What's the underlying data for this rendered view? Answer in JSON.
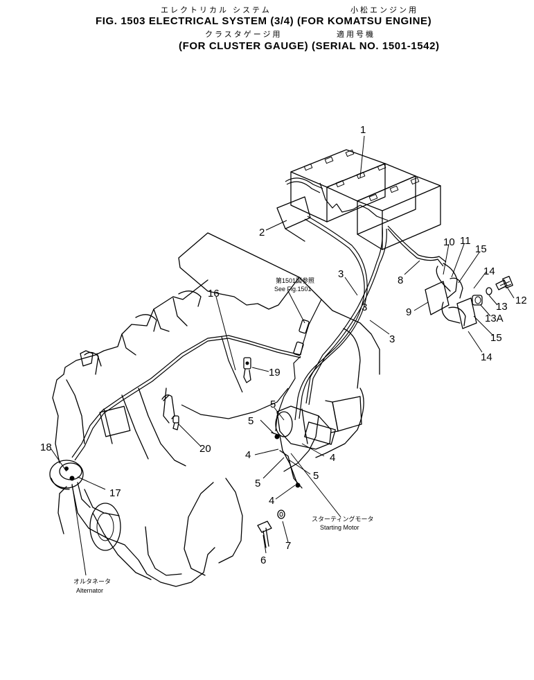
{
  "header": {
    "jp_title": "エレクトリカル システム",
    "jp_engine": "小松エンジン用",
    "fig_line": "FIG. 1503  ELECTRICAL SYSTEM (3/4) (FOR KOMATSU ENGINE)",
    "jp_cluster": "クラスタゲージ用",
    "jp_serial": "適用号機",
    "cluster_line": "(FOR CLUSTER GAUGE) (SERIAL NO. 1501-1542)"
  },
  "notes": {
    "see_fig_jp": "第1501図参照",
    "see_fig_en": "See Fig.1501",
    "starting_motor_jp": "スターティングモータ",
    "starting_motor_en": "Starting Motor",
    "alternator_jp": "オルタネータ",
    "alternator_en": "Alternator"
  },
  "callouts": [
    "1",
    "2",
    "3",
    "3",
    "3",
    "4",
    "4",
    "4",
    "5",
    "5",
    "5",
    "5",
    "6",
    "7",
    "8",
    "9",
    "10",
    "11",
    "12",
    "13",
    "13A",
    "14",
    "14",
    "15",
    "15",
    "16",
    "17",
    "18",
    "19",
    "20"
  ]
}
